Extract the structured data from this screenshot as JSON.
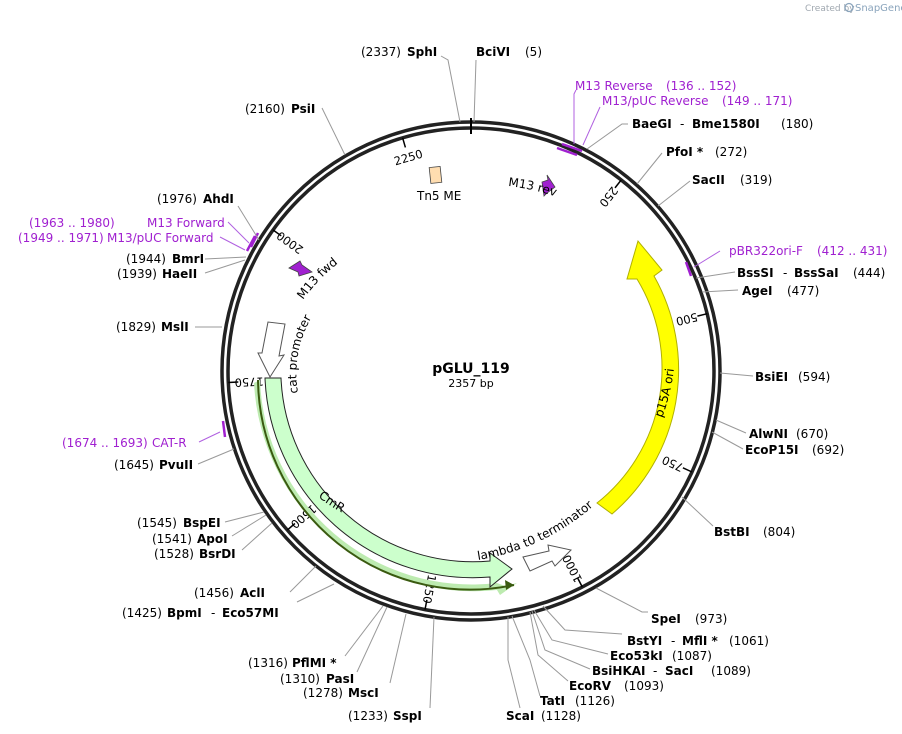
{
  "credit": {
    "prefix": "Created by",
    "brand": "SnapGene"
  },
  "plasmid": {
    "name": "pGLU_119",
    "size_label": "2357 bp",
    "length": 2357
  },
  "colors": {
    "primer": "#a020d0",
    "ori": "#ffff00",
    "cmr": "#ccffcc",
    "tn5": "#ffddb0"
  },
  "ticks": [
    {
      "label": "250",
      "pos": 250
    },
    {
      "label": "500",
      "pos": 500
    },
    {
      "label": "750",
      "pos": 750
    },
    {
      "label": "1000",
      "pos": 1000
    },
    {
      "label": "1250",
      "pos": 1250
    },
    {
      "label": "1500",
      "pos": 1500
    },
    {
      "label": "1750",
      "pos": 1750
    },
    {
      "label": "2000",
      "pos": 2000
    },
    {
      "label": "2250",
      "pos": 2250
    }
  ],
  "features": [
    {
      "name": "p15A ori",
      "kind": "ori"
    },
    {
      "name": "CmR",
      "kind": "cds"
    },
    {
      "name": "cat promoter",
      "kind": "promoter"
    },
    {
      "name": "lambda t0 terminator",
      "kind": "terminator"
    },
    {
      "name": "M13 rev",
      "kind": "primer-bind"
    },
    {
      "name": "M13 fwd",
      "kind": "primer-bind"
    },
    {
      "name": "Tn5 ME",
      "kind": "misc"
    }
  ],
  "primers": [
    {
      "name": "M13 Reverse",
      "range": "(136 .. 152)"
    },
    {
      "name": "M13/pUC Reverse",
      "range": "(149 .. 171)"
    },
    {
      "name": "pBR322ori-F",
      "range": "(412 .. 431)"
    },
    {
      "name": "CAT-R",
      "range": "(1674 .. 1693)"
    },
    {
      "name": "M13/pUC Forward",
      "range": "(1949 .. 1971)"
    },
    {
      "name": "M13 Forward",
      "range": "(1963 .. 1980)"
    }
  ],
  "sites": [
    {
      "id": "sphi",
      "names": [
        "SphI"
      ],
      "num": "(2337)"
    },
    {
      "id": "bcivi",
      "names": [
        "BciVI"
      ],
      "num": "(5)"
    },
    {
      "id": "baegi",
      "names": [
        "BaeGI",
        "Bme1580I"
      ],
      "num": "(180)"
    },
    {
      "id": "pfoi",
      "names": [
        "PfoI *"
      ],
      "num": "(272)"
    },
    {
      "id": "sacii",
      "names": [
        "SacII"
      ],
      "num": "(319)"
    },
    {
      "id": "bsssi",
      "names": [
        "BssSI",
        "BssSaI"
      ],
      "num": "(444)"
    },
    {
      "id": "agei",
      "names": [
        "AgeI"
      ],
      "num": "(477)"
    },
    {
      "id": "bsiei",
      "names": [
        "BsiEI"
      ],
      "num": "(594)"
    },
    {
      "id": "alwni",
      "names": [
        "AlwNI"
      ],
      "num": "(670)"
    },
    {
      "id": "ecop15i",
      "names": [
        "EcoP15I"
      ],
      "num": "(692)"
    },
    {
      "id": "bstbi",
      "names": [
        "BstBI"
      ],
      "num": "(804)"
    },
    {
      "id": "spei",
      "names": [
        "SpeI"
      ],
      "num": "(973)"
    },
    {
      "id": "bstyi",
      "names": [
        "BstYI",
        "MflI *"
      ],
      "num": "(1061)"
    },
    {
      "id": "eco53ki",
      "names": [
        "Eco53kI"
      ],
      "num": "(1087)"
    },
    {
      "id": "bsihkai",
      "names": [
        "BsiHKAI",
        "SacI"
      ],
      "num": "(1089)"
    },
    {
      "id": "ecorv",
      "names": [
        "EcoRV"
      ],
      "num": "(1093)"
    },
    {
      "id": "tati",
      "names": [
        "TatI"
      ],
      "num": "(1126)"
    },
    {
      "id": "scai",
      "names": [
        "ScaI"
      ],
      "num": "(1128)"
    },
    {
      "id": "sspi",
      "names": [
        "SspI"
      ],
      "num": "(1233)"
    },
    {
      "id": "msci",
      "names": [
        "MscI"
      ],
      "num": "(1278)"
    },
    {
      "id": "pasi",
      "names": [
        "PasI"
      ],
      "num": "(1310)"
    },
    {
      "id": "pflmi",
      "names": [
        "PflMI *"
      ],
      "num": "(1316)"
    },
    {
      "id": "bpmi",
      "names": [
        "BpmI",
        "Eco57MI"
      ],
      "num": "(1425)"
    },
    {
      "id": "acli",
      "names": [
        "AclI"
      ],
      "num": "(1456)"
    },
    {
      "id": "bsrdi",
      "names": [
        "BsrDI"
      ],
      "num": "(1528)"
    },
    {
      "id": "apoi",
      "names": [
        "ApoI"
      ],
      "num": "(1541)"
    },
    {
      "id": "bspei",
      "names": [
        "BspEI"
      ],
      "num": "(1545)"
    },
    {
      "id": "pvuii",
      "names": [
        "PvuII"
      ],
      "num": "(1645)"
    },
    {
      "id": "msli",
      "names": [
        "MslI"
      ],
      "num": "(1829)"
    },
    {
      "id": "haeii",
      "names": [
        "HaeII"
      ],
      "num": "(1939)"
    },
    {
      "id": "bmri",
      "names": [
        "BmrI"
      ],
      "num": "(1944)"
    },
    {
      "id": "ahdi",
      "names": [
        "AhdI"
      ],
      "num": "(1976)"
    },
    {
      "id": "psii",
      "names": [
        "PsiI"
      ],
      "num": "(2160)"
    }
  ]
}
